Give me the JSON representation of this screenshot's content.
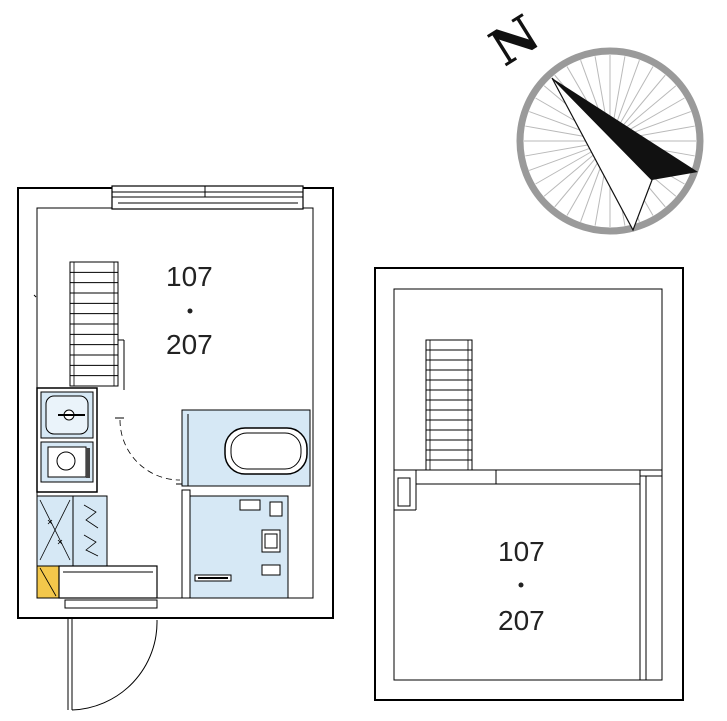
{
  "compass": {
    "label": "N"
  },
  "plan_1f": {
    "unit_top": "107",
    "unit_bottom": "207"
  },
  "plan_2f": {
    "unit_top": "107",
    "unit_bottom": "207"
  },
  "colors": {
    "wet_area": "#d6e8f5",
    "entrance_floor": "#f3c74b",
    "compass_ring": "#9a9a9a"
  }
}
